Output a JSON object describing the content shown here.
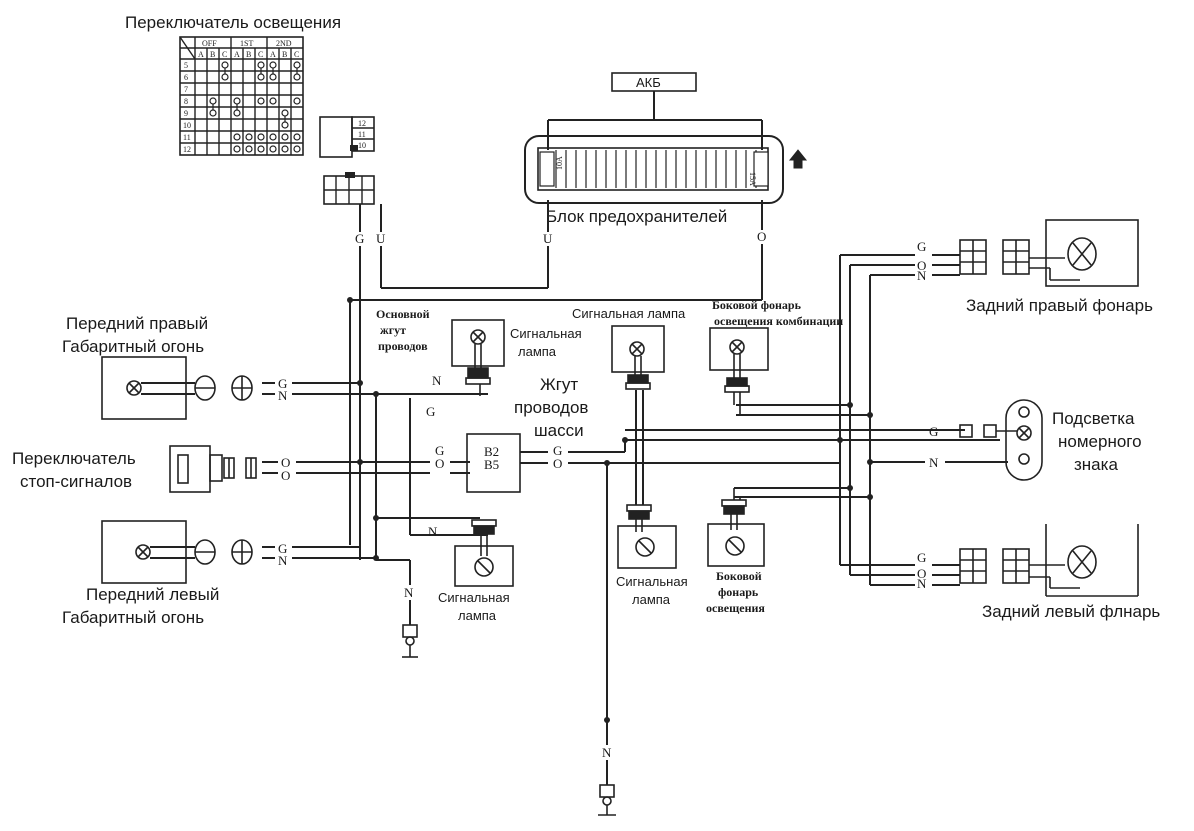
{
  "labels": {
    "light_switch": "Переключатель освещения",
    "battery": "АКБ",
    "fuse_block": "Блок предохранителей",
    "fuse_left_pin": "10A",
    "fuse_right_pin": "15A",
    "front_right_1": "Передний правый",
    "front_right_2": "Габаритный огонь",
    "front_left_1": "Передний левый",
    "front_left_2": "Габаритный огонь",
    "stop_switch_1": "Переключатель",
    "stop_switch_2": "стоп-сигналов",
    "main_harness_1": "Основной",
    "main_harness_2": "жгут",
    "main_harness_3": "проводов",
    "signal_lamp_1a": "Сигнальная",
    "signal_lamp_1b": "лампа",
    "signal_lamp_top": "Сигнальная лампа",
    "side_lamp_top_1": "Боковой фонарь",
    "side_lamp_top_2": "освещения комбинации",
    "chassis_1": "Жгут",
    "chassis_2": "проводов",
    "chassis_3": "шасси",
    "connector_b2": "B2",
    "connector_b5": "B5",
    "signal_lamp_bot_a": "Сигнальная",
    "signal_lamp_bot_b": "лампа",
    "signal_lamp_mid_a": "Сигнальная",
    "signal_lamp_mid_b": "лампа",
    "side_lamp_bot_1": "Боковой",
    "side_lamp_bot_2": "фонарь",
    "side_lamp_bot_3": "освещения",
    "rear_right": "Задний правый фонарь",
    "rear_left": "Задний левый флнарь",
    "plate_1": "Подсветка",
    "plate_2": "номерного",
    "plate_3": "знака"
  },
  "switch_table": {
    "groups": [
      "OFF",
      "1ST",
      "2ND"
    ],
    "subcols": [
      "A",
      "B",
      "C",
      "A",
      "B",
      "C",
      "A",
      "B",
      "C"
    ],
    "rows": [
      "5",
      "6",
      "7",
      "8",
      "9",
      "10",
      "11",
      "12"
    ]
  },
  "small_connector": [
    "12",
    "11",
    "10"
  ],
  "wire_codes": {
    "G": "G",
    "U": "U",
    "O": "O",
    "N": "N"
  },
  "icons": [
    "lamp-icon",
    "ground-icon",
    "arrow-up-icon",
    "connector-icon"
  ]
}
